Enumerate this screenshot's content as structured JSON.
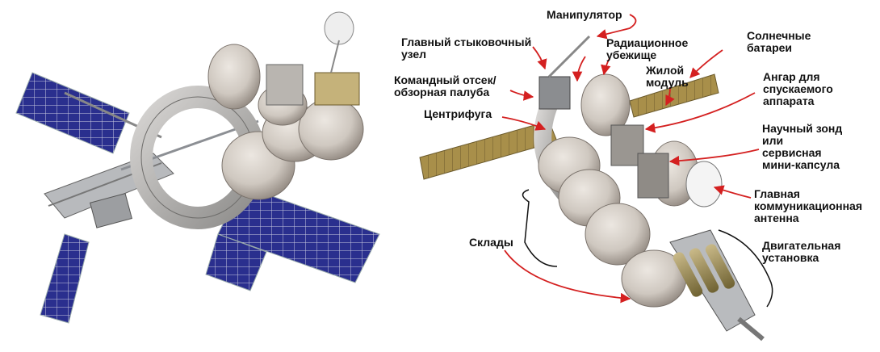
{
  "diagram": {
    "left_view": "station-exterior",
    "right_view": "station-cutaway-labeled",
    "colors": {
      "module_body": "#cfc8c0",
      "module_shade": "#a89f98",
      "solar_blue": "#2a2f8e",
      "solar_gold": "#a88f4a",
      "arrow_red": "#d42020",
      "truss": "#8c8f94"
    },
    "labels": {
      "manipulator": "Манипулятор",
      "main_docking": "Главный стыковочный\nузел",
      "radiation_shelter": "Радиационное\nубежище",
      "solar_panels": "Солнечные\nбатареи",
      "command_deck": "Командный отсек/\nобзорная палуба",
      "habitat": "Жилой\nмодуль",
      "lander_hangar": "Ангар для\nспускаемого\nаппарата",
      "centrifuge": "Центрифуга",
      "science_probe": "Научный зонд\nили\nсервисная\nмини-капсула",
      "main_antenna": "Главная\nкоммуникационная\nантенна",
      "storage": "Склады",
      "propulsion": "Двигательная\nустановка"
    }
  }
}
